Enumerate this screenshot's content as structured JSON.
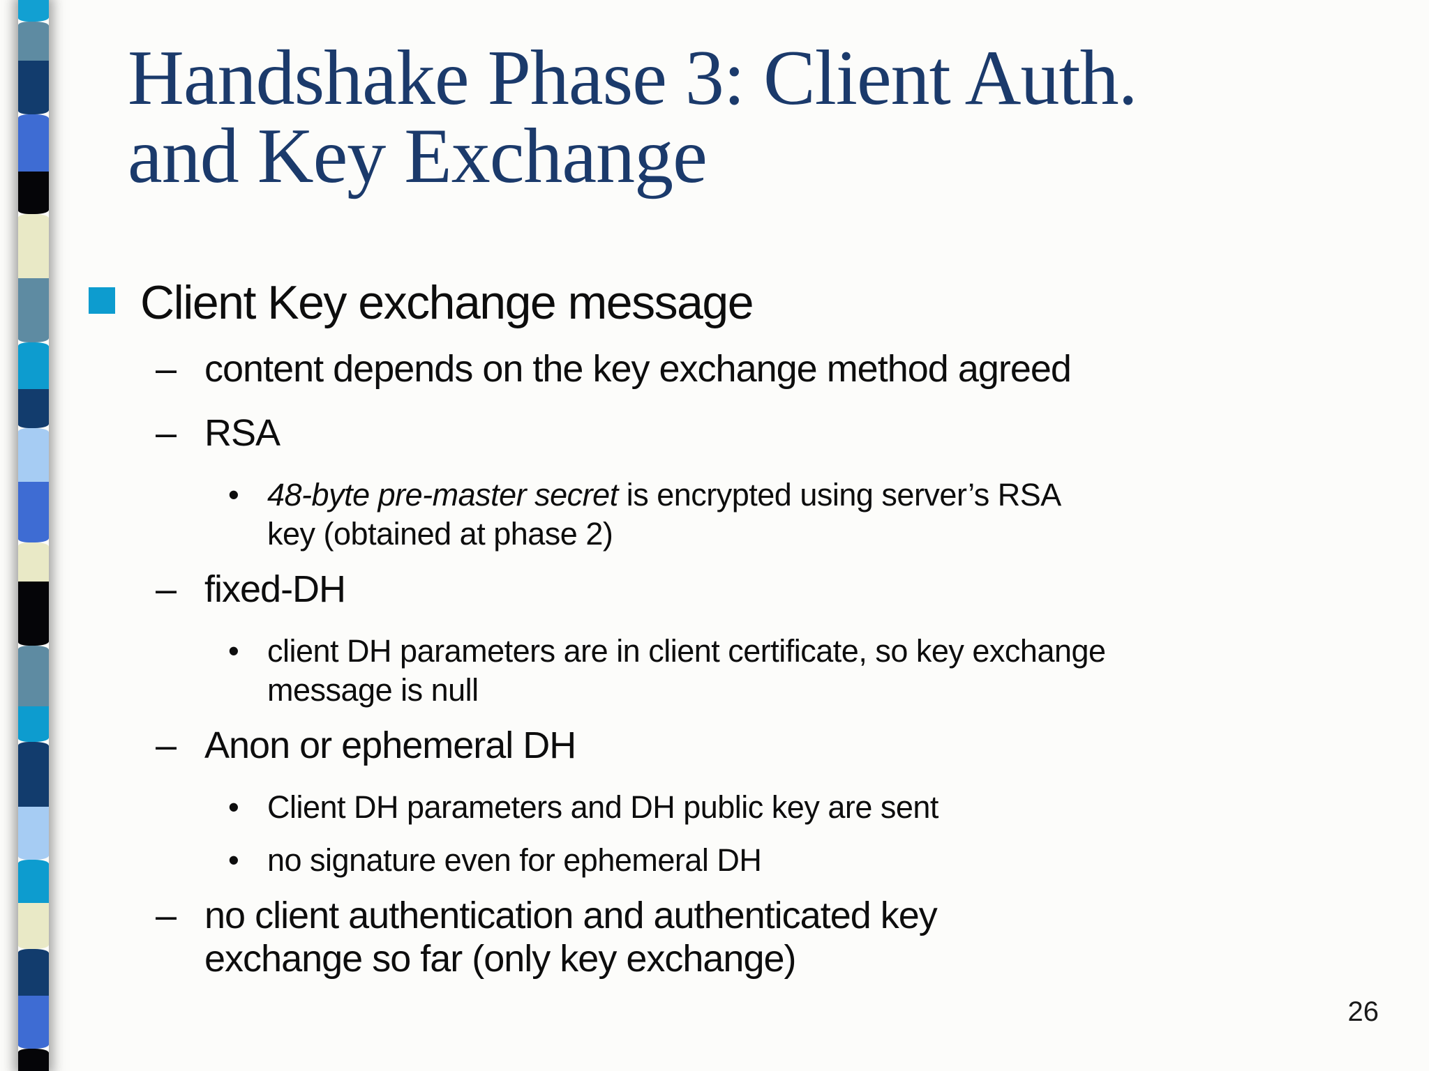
{
  "slide": {
    "title_lines": [
      "Handshake Phase 3: Client Auth.",
      "and Key Exchange"
    ],
    "page_number": "26",
    "colors": {
      "title": "#1b3a6b",
      "body": "#0d0d0d",
      "bullet_square": "#0d9ccf",
      "background": "#fcfcfa"
    }
  },
  "markers": {
    "dash": "–",
    "dot": "•"
  },
  "content": {
    "heading": "Client Key exchange message",
    "items": [
      {
        "level": 2,
        "lines": [
          {
            "text": "content depends on the key exchange method agreed"
          }
        ]
      },
      {
        "level": 2,
        "lines": [
          {
            "text": "RSA"
          }
        ]
      },
      {
        "level": 3,
        "lines": [
          {
            "italic": "48-byte pre-master secret",
            "text": " is encrypted using server’s RSA"
          },
          {
            "text": "key (obtained at phase 2)"
          }
        ]
      },
      {
        "level": 2,
        "lines": [
          {
            "text": "fixed-DH"
          }
        ]
      },
      {
        "level": 3,
        "lines": [
          {
            "text": "client DH parameters are in client certificate, so key exchange"
          },
          {
            "text": "message is null"
          }
        ]
      },
      {
        "level": 2,
        "lines": [
          {
            "text": "Anon or ephemeral DH"
          }
        ]
      },
      {
        "level": 3,
        "lines": [
          {
            "text": "Client DH parameters and DH public key are sent"
          }
        ]
      },
      {
        "level": 3,
        "lines": [
          {
            "text": "no signature even for ephemeral DH"
          }
        ]
      },
      {
        "level": 2,
        "lines": [
          {
            "text": "no client authentication and authenticated key"
          },
          {
            "text": "exchange so far (only key exchange)"
          }
        ]
      }
    ]
  },
  "stripe": {
    "segments": [
      {
        "color": "#12a0d2",
        "height": 31
      },
      {
        "color": "#5e8ba2",
        "height": 56
      },
      {
        "color": "#123c6d",
        "height": 77
      },
      {
        "color": "#3e6cd3",
        "height": 82
      },
      {
        "color": "#050508",
        "height": 61
      },
      {
        "color": "#e9e9c6",
        "height": 92
      },
      {
        "color": "#5e8ba2",
        "height": 92
      },
      {
        "color": "#0d9ccf",
        "height": 67
      },
      {
        "color": "#123c6d",
        "height": 56
      },
      {
        "color": "#a6ccf3",
        "height": 77
      },
      {
        "color": "#3e6cd3",
        "height": 87
      },
      {
        "color": "#e9e9c6",
        "height": 56
      },
      {
        "color": "#050508",
        "height": 92
      },
      {
        "color": "#5e8ba2",
        "height": 87
      },
      {
        "color": "#0d9ccf",
        "height": 51
      },
      {
        "color": "#123c6d",
        "height": 93
      },
      {
        "color": "#a6ccf3",
        "height": 76
      },
      {
        "color": "#0d9ccf",
        "height": 62
      },
      {
        "color": "#e9e9c6",
        "height": 66
      },
      {
        "color": "#123c6d",
        "height": 67
      },
      {
        "color": "#3e6cd3",
        "height": 76
      },
      {
        "color": "#050508",
        "height": 32
      }
    ]
  }
}
